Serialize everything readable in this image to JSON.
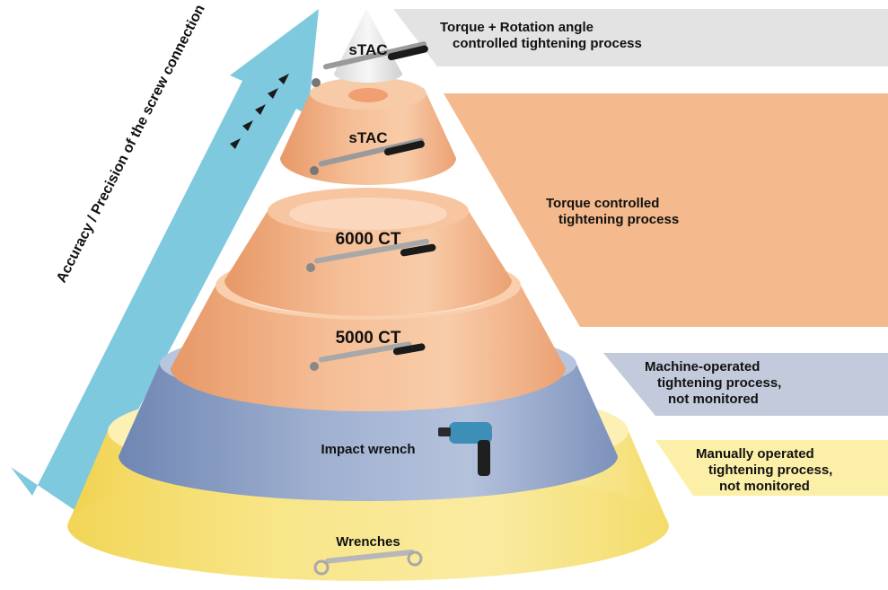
{
  "arrow_label": "Accuracy / Precision of the screw connection",
  "tiers": [
    {
      "id": "stac-top",
      "label": "sTAC"
    },
    {
      "id": "stac",
      "label": "sTAC"
    },
    {
      "id": "6000ct",
      "label": "6000 CT"
    },
    {
      "id": "5000ct",
      "label": "5000 CT"
    },
    {
      "id": "impact",
      "label": "Impact wrench"
    },
    {
      "id": "wrenches",
      "label": "Wrenches"
    }
  ],
  "categories": [
    {
      "id": "angle",
      "lines": [
        "Torque + Rotation angle",
        "controlled tightening process"
      ]
    },
    {
      "id": "torque",
      "lines": [
        "Torque controlled",
        "tightening process"
      ]
    },
    {
      "id": "machine",
      "lines": [
        "Machine-operated",
        "tightening process,",
        "not monitored"
      ]
    },
    {
      "id": "manual",
      "lines": [
        "Manually operated",
        "tightening process,",
        "not monitored"
      ]
    }
  ],
  "colors": {
    "arrow": "#7fc9de",
    "angle_band": "#e3e3e3",
    "torque_band": "#f4b98c",
    "machine_band": "#c3cadb",
    "manual_band": "#fcefa8",
    "orange_ring": "#efa877",
    "blue_ring": "#8fa3c6",
    "yellow_ring": "#f7e27e"
  }
}
